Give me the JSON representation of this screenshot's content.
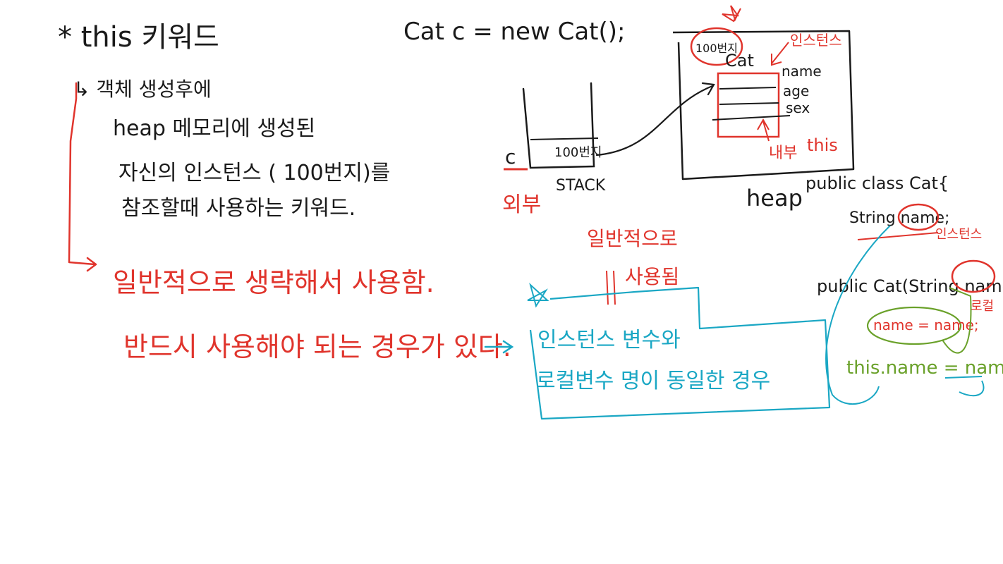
{
  "colors": {
    "black": "#1a1a1a",
    "red": "#e0342c",
    "teal": "#1aa7c4",
    "green": "#6aa12a"
  },
  "title": "* this 키워드",
  "definition": {
    "line1": "↳ 객체 생성후에",
    "line2": "heap 메모리에 생성된",
    "line3": "자신의 인스턴스 ( 100번지)를",
    "line4": "참조할때 사용하는 키워드."
  },
  "usage": {
    "usually_omitted": "일반적으로 생략해서 사용함.",
    "must_use": "반드시 사용해야 되는 경우가 있다."
  },
  "code": {
    "new_cat": "Cat c = new Cat();",
    "class_decl": "public class Cat{",
    "field_decl": "String name;",
    "constructor": "public Cat(String name)",
    "assign_plain": "name = name;",
    "assign_this": "this.name = name;"
  },
  "memory": {
    "stack_label": "STACK",
    "stack_value": "100번지",
    "var_c": "c",
    "outside_label": "외부",
    "heap_label": "heap",
    "heap_address": "100번지",
    "object_class": "Cat",
    "fields": [
      "name",
      "age",
      "sex"
    ],
    "instance_label": "인스턴스",
    "inside_label": "내부",
    "this_label": "this"
  },
  "annotations": {
    "usually_used": "일반적으로",
    "used": "사용됨",
    "instance_field": "인스턴스",
    "local": "로컬",
    "same_name_case1": "인스턴스 변수와",
    "same_name_case2": "로컬변수 명이   동일한 경우"
  }
}
